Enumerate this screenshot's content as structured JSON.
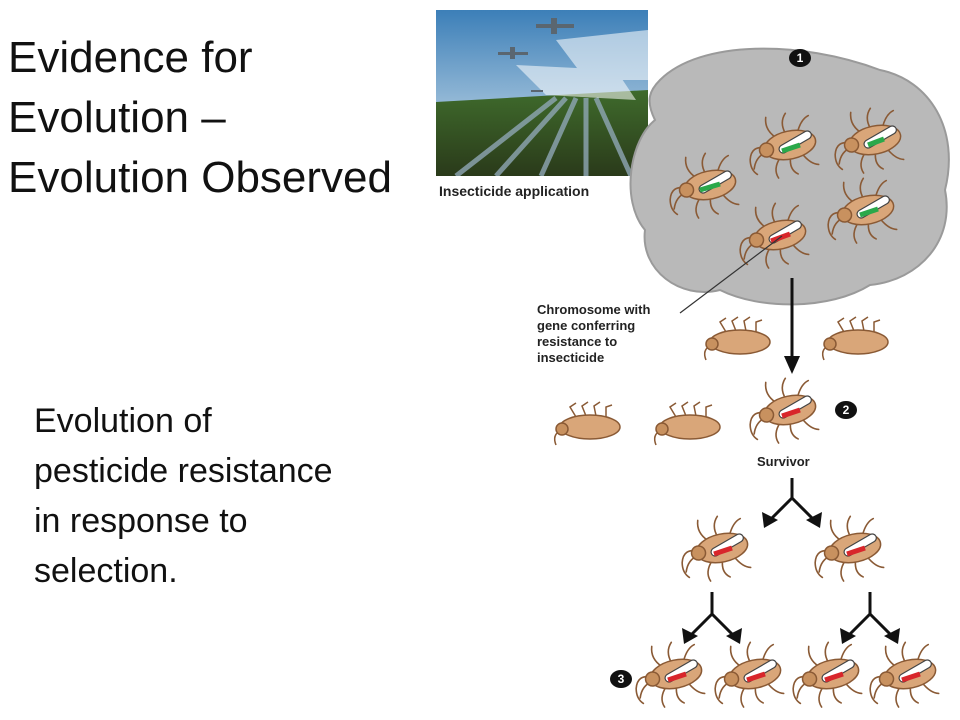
{
  "slide": {
    "title_lines": [
      "Evidence for",
      "Evolution –",
      "Evolution Observed"
    ],
    "body_lines": [
      "Evolution of",
      "pesticide resistance",
      "in response to",
      "selection."
    ]
  },
  "diagram": {
    "photo_caption": "Insecticide application",
    "chromosome_label_lines": [
      "Chromosome with",
      "gene conferring",
      "resistance to",
      "insecticide"
    ],
    "survivor_label": "Survivor",
    "step_numbers": [
      "1",
      "2",
      "3"
    ],
    "icons": [
      "crop-duster-photo",
      "insect-icon",
      "dead-insect-icon",
      "arrow-icon"
    ],
    "colors": {
      "cloud": "#b9b9b9",
      "insect_body": "#d9a679",
      "insect_outline": "#8a5a35",
      "resistance_gene": "#d8262b",
      "normal_gene": "#2aa84a"
    }
  }
}
